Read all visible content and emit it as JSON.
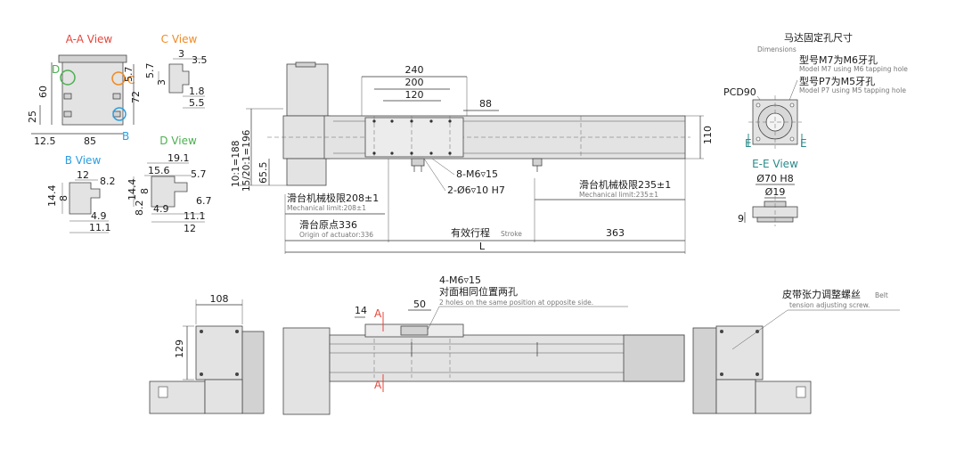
{
  "views": {
    "aa": "A-A View",
    "c": "C View",
    "d": "D View",
    "b": "B View",
    "ee": "E-E View",
    "marker_d": "D",
    "marker_c": "C",
    "marker_b": "B",
    "marker_e": "E",
    "marker_a": "A"
  },
  "colors": {
    "aa_title": "#e8443a",
    "c_title": "#f08a24",
    "d_title": "#4caf50",
    "b_title": "#2b9de0",
    "ee_title": "#2b8a8a"
  },
  "aa_dims": [
    "60",
    "25",
    "5.7",
    "72",
    "12.5",
    "85"
  ],
  "c_dims": [
    "3",
    "3.5",
    "5.7",
    "3",
    "1.8",
    "5.5"
  ],
  "d_dims": [
    "19.1",
    "15.6",
    "5.7",
    "14.4",
    "8",
    "8.2",
    "6.7",
    "4.9",
    "11.1",
    "12"
  ],
  "b_dims": [
    "12",
    "8.2",
    "14.4",
    "8",
    "4.9",
    "11.1"
  ],
  "motor": {
    "title_cn": "马达固定孔尺寸",
    "title_en": "Dimensions",
    "m7_cn": "型号M7为M6牙孔",
    "m7_en": "Model M7 using M6 tapping hole",
    "p7_cn": "型号P7为M5牙孔",
    "p7_en": "Model P7 using M5 tapping hole",
    "pcd": "PCD90",
    "d70": "Ø70 H8",
    "d19": "Ø19",
    "h9": "9"
  },
  "main": {
    "d240": "240",
    "d200": "200",
    "d120": "120",
    "d88": "88",
    "d110": "110",
    "ratio1": "10:1=188",
    "ratio2": "15/20:1=196",
    "d655": "65.5",
    "holes1": "8-M6▿15",
    "holes2": "2-Ø6▿10 H7",
    "mech_left_cn": "滑台机械极限208±1",
    "mech_left_en": "Mechanical limit:208±1",
    "origin_cn": "滑台原点336",
    "origin_en": "Origin of actuator:336",
    "stroke_cn": "有效行程",
    "stroke_en": "Stroke",
    "mech_right_cn": "滑台机械极限235±1",
    "mech_right_en": "Mechanical limit:235±1",
    "d363": "363",
    "L": "L"
  },
  "bottom": {
    "d108": "108",
    "d129": "129",
    "d14": "14",
    "d50": "50",
    "holes_cn_1": "4-M6▿15",
    "holes_cn_2": "对面相同位置两孔",
    "holes_en": "2 holes on the same position at opposite side.",
    "belt_cn": "皮带张力调整螺丝",
    "belt_en_1": "Belt",
    "belt_en_2": "tension adjusting screw."
  }
}
